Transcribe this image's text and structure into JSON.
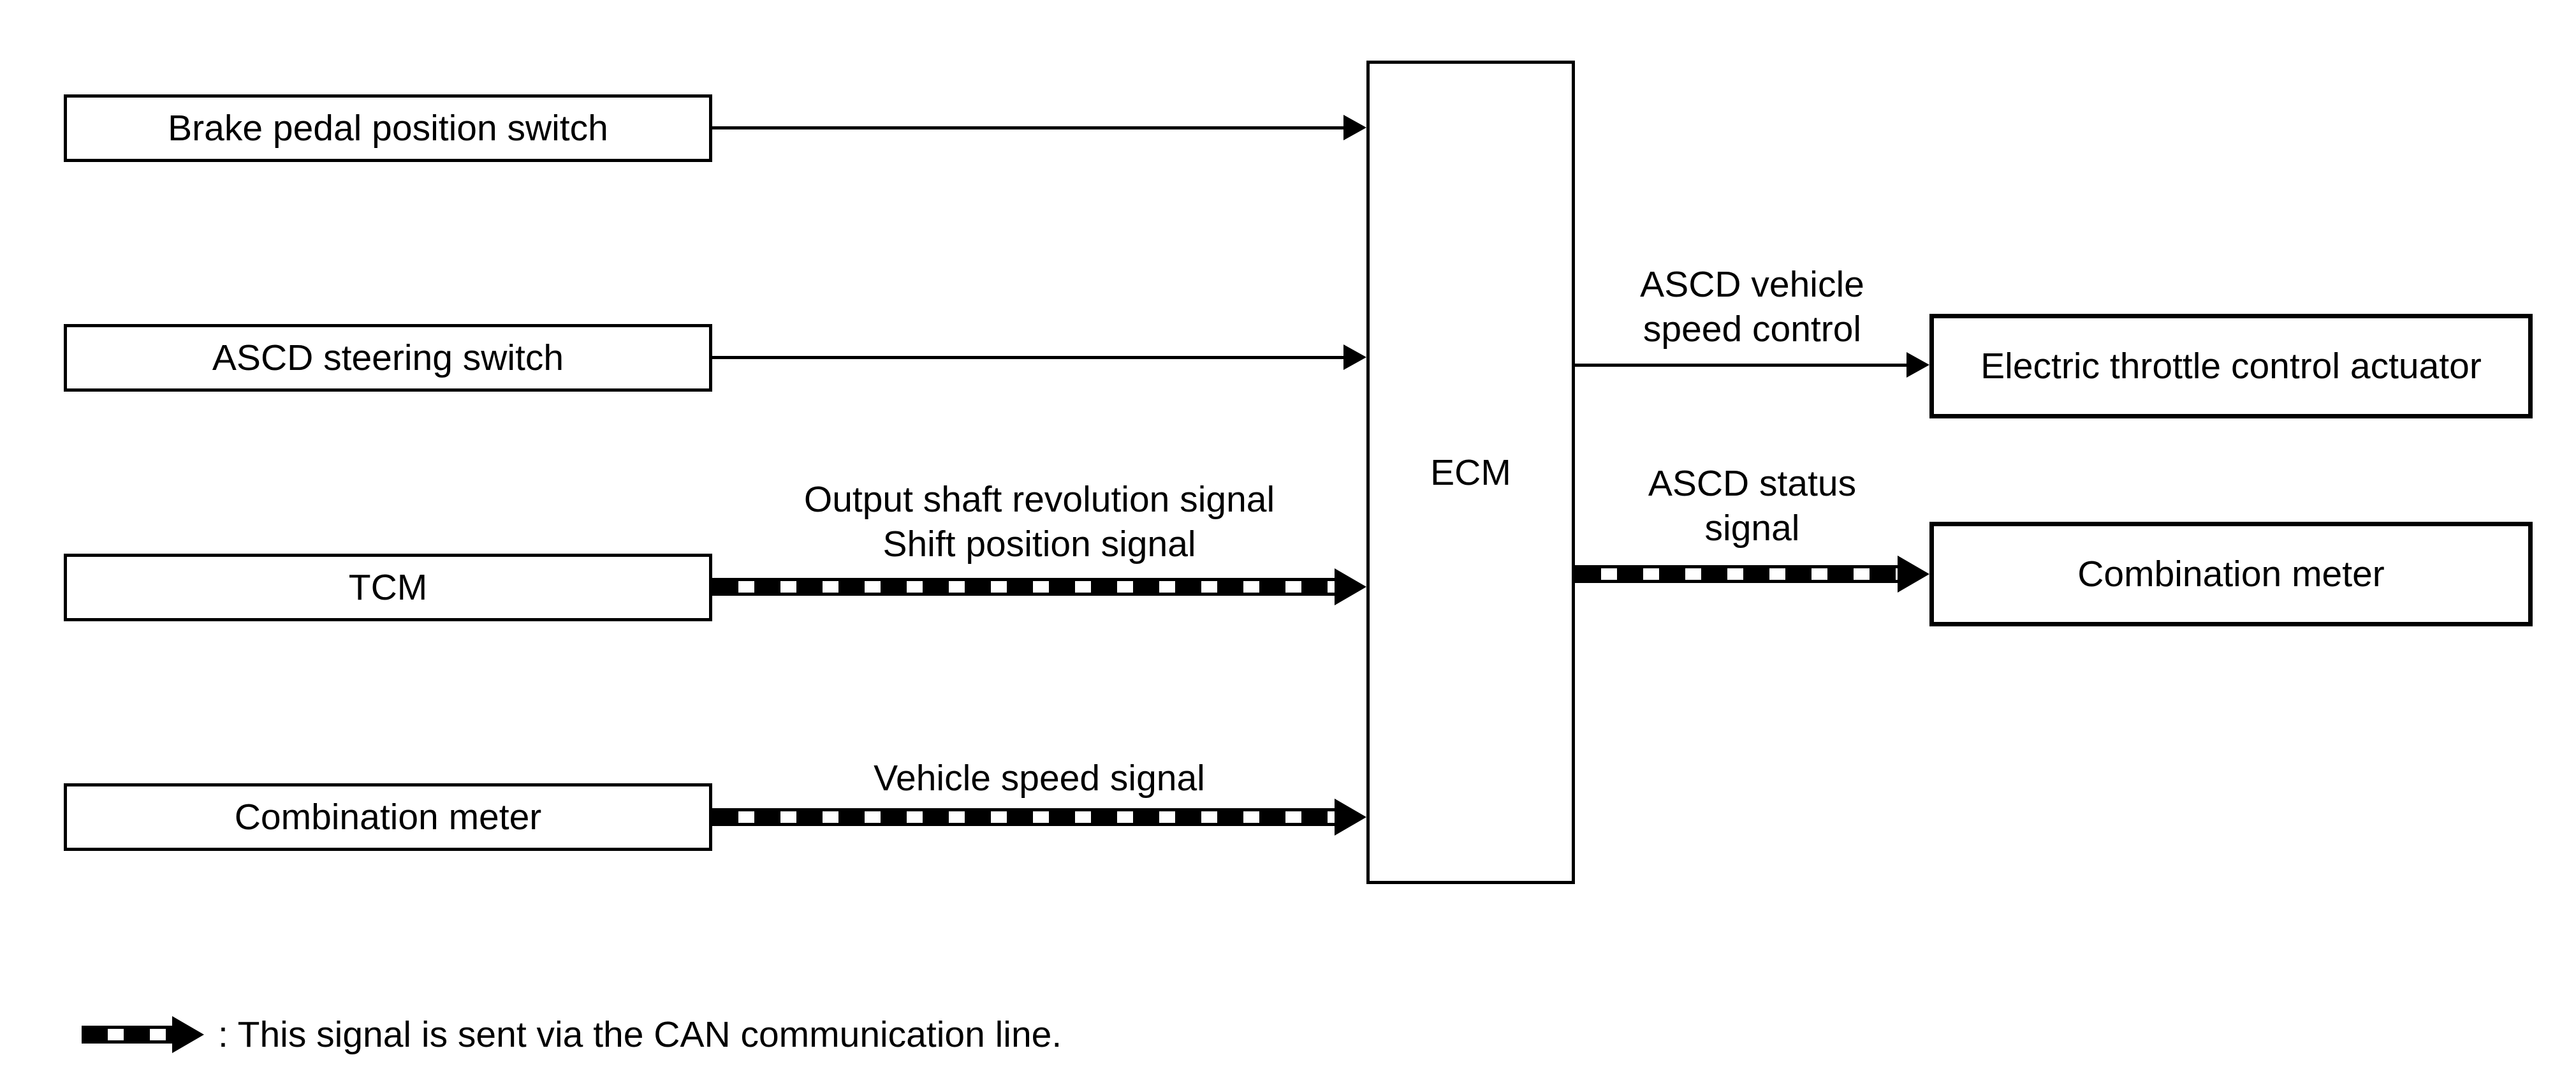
{
  "diagram": {
    "title_implied": "ASCD system block diagram",
    "colors": {
      "line": "#000000",
      "background": "#ffffff",
      "text": "#000000"
    },
    "nodes": {
      "brake": {
        "label": "Brake pedal position switch"
      },
      "steering": {
        "label": "ASCD steering switch"
      },
      "tcm": {
        "label": "TCM"
      },
      "combination_meter_in": {
        "label": "Combination meter"
      },
      "ecm": {
        "label": "ECM"
      },
      "throttle": {
        "label": "Electric throttle control actuator"
      },
      "combination_meter_out": {
        "label": "Combination meter"
      }
    },
    "signals": {
      "tcm_to_ecm": {
        "line1": "Output shaft revolution signal",
        "line2": "Shift position signal"
      },
      "meter_to_ecm": {
        "label": "Vehicle speed signal"
      },
      "ecm_to_throttle": {
        "line1": "ASCD vehicle",
        "line2": "speed control"
      },
      "ecm_to_meter": {
        "line1": "ASCD status",
        "line2": "signal"
      }
    },
    "connections": [
      {
        "from": "Brake pedal position switch",
        "to": "ECM",
        "type": "solid",
        "label": ""
      },
      {
        "from": "ASCD steering switch",
        "to": "ECM",
        "type": "solid",
        "label": ""
      },
      {
        "from": "TCM",
        "to": "ECM",
        "type": "can",
        "label": "Output shaft revolution signal / Shift position signal"
      },
      {
        "from": "Combination meter",
        "to": "ECM",
        "type": "can",
        "label": "Vehicle speed signal"
      },
      {
        "from": "ECM",
        "to": "Electric throttle control actuator",
        "type": "solid",
        "label": "ASCD vehicle speed control"
      },
      {
        "from": "ECM",
        "to": "Combination meter",
        "type": "can",
        "label": "ASCD status signal"
      }
    ],
    "legend": {
      "symbol": "can-dashed-arrow",
      "text": ": This signal is sent via the CAN communication line."
    }
  }
}
